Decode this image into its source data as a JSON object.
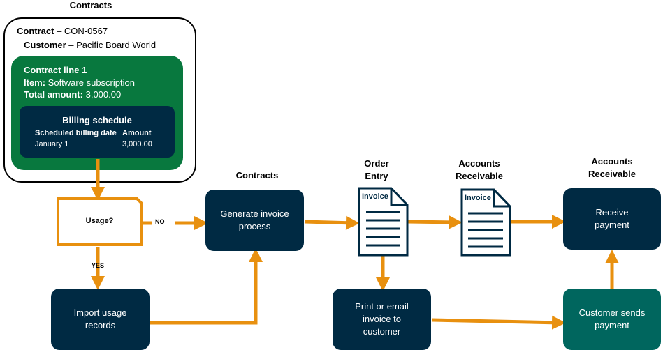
{
  "contracts_panel": {
    "heading": "Contracts",
    "contract_label": "Contract",
    "contract_value": " – CON-0567",
    "customer_label": "Customer",
    "customer_value": " – Pacific Board World",
    "line": {
      "title": "Contract line 1",
      "item_label": "Item:",
      "item_value": " Software subscription",
      "total_label": "Total amount:",
      "total_value": " 3,000.00"
    },
    "schedule": {
      "title": "Billing schedule",
      "col_date": "Scheduled billing date",
      "col_amount": "Amount",
      "date": "January 1",
      "amount": "3,000.00"
    }
  },
  "decision": {
    "label": "Usage?",
    "no": "NO",
    "yes": "YES"
  },
  "column_labels": {
    "contracts": "Contracts",
    "order_entry": "Order\nEntry",
    "ar1": "Accounts\nReceivable",
    "ar2": "Accounts\nReceivable"
  },
  "boxes": {
    "generate": "Generate invoice process",
    "import": "Import usage records",
    "print": "Print or email invoice to customer",
    "receive": "Receive payment",
    "sends": "Customer sends payment"
  },
  "invoice_doc_label": "Invoice",
  "colors": {
    "navy": "#002a43",
    "green": "#08783e",
    "teal": "#00665e",
    "arrow": "#e8900f"
  }
}
